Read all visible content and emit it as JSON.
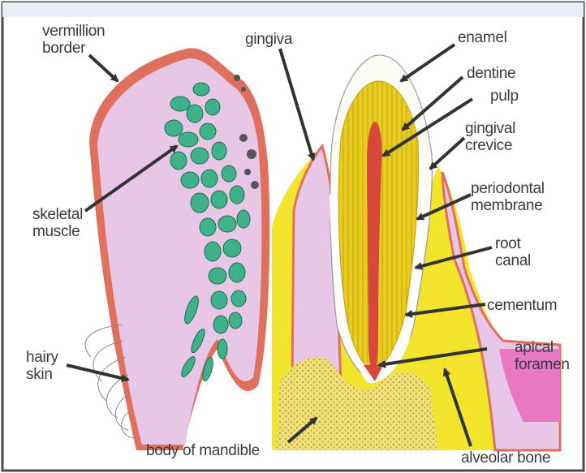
{
  "diagram": {
    "labels": {
      "vermilion_border": [
        "vermillion",
        "border"
      ],
      "gingiva": "gingiva",
      "enamel": "enamel",
      "dentine": "dentine",
      "pulp": "pulp",
      "gingival_crevice": [
        "gingival",
        "crevice"
      ],
      "periodontal_membrane": [
        "periodontal",
        "membrane"
      ],
      "root_canal": [
        "root",
        "canal"
      ],
      "cementum": "cementum",
      "apical_foramen": [
        "apical",
        "foramen"
      ],
      "skeletal_muscle": [
        "skeletal",
        "muscle"
      ],
      "hairy_skin": [
        "hairy",
        "skin"
      ],
      "body_of_mandible": "body of mandible",
      "alveolar_bone": "alveolar bone"
    }
  },
  "colors": {
    "lip_tissue": "#e8c6e6",
    "epithelium_red": "#e0705e",
    "muscle_green": "#3fb28a",
    "bone_yellow": "#f3e52c",
    "dentine_yellow": "#e6cc1c",
    "pulp_red": "#d8483a",
    "enamel_white": "#fbfbf4",
    "arrow_dark": "#333333",
    "border_line": "#4a4a4a"
  }
}
